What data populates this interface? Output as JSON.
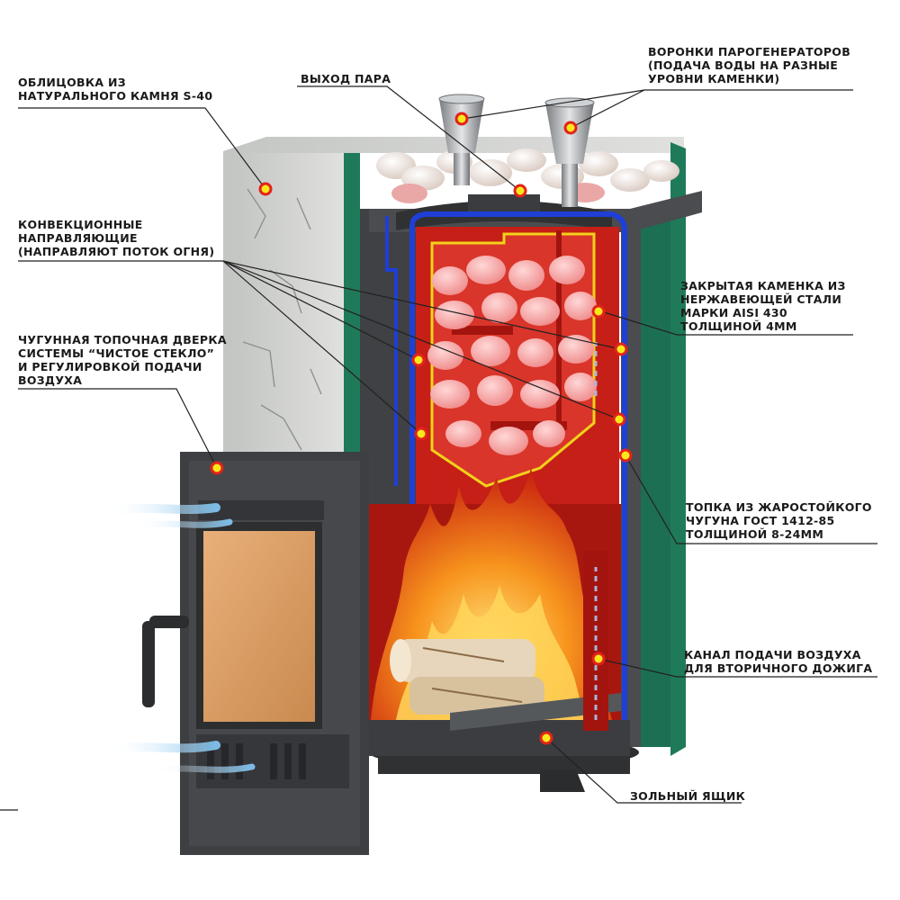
{
  "callouts": {
    "cladding": {
      "lines": [
        "ОБЛИЦОВКА ИЗ",
        "НАТУРАЛЬНОГО КАМНЯ S-40"
      ]
    },
    "steam_outlet": {
      "lines": [
        "ВЫХОД ПАРА"
      ]
    },
    "steam_funnels": {
      "lines": [
        "ВОРОНКИ ПАРОГЕНЕРАТОРОВ",
        "(ПОДАЧА ВОДЫ НА РАЗНЫЕ",
        "УРОВНИ КАМЕНКИ)"
      ]
    },
    "convection_guides": {
      "lines": [
        "КОНВЕКЦИОННЫЕ",
        "НАПРАВЛЯЮЩИЕ",
        "(НАПРАВЛЯЮТ ПОТОК ОГНЯ)"
      ]
    },
    "closed_heater": {
      "lines": [
        "ЗАКРЫТАЯ КАМЕНКА ИЗ",
        "НЕРЖАВЕЮЩЕЙ СТАЛИ",
        "МАРКИ AISI 430",
        "ТОЛЩИНОЙ 4ММ"
      ]
    },
    "door": {
      "lines": [
        "ЧУГУННАЯ ТОПОЧНАЯ ДВЕРКА",
        "СИСТЕМЫ “ЧИСТОЕ СТЕКЛО”",
        "И РЕГУЛИРОВКОЙ ПОДАЧИ",
        "ВОЗДУХА"
      ]
    },
    "firebox": {
      "lines": [
        "ТОПКА ИЗ ЖАРОСТОЙКОГО",
        "ЧУГУНА ГОСТ 1412-85",
        "ТОЛЩИНОЙ 8-24ММ"
      ]
    },
    "air_channel": {
      "lines": [
        "КАНАЛ ПОДАЧИ ВОЗДУХА",
        "ДЛЯ ВТОРИЧНОГО ДОЖИГА"
      ]
    },
    "ash_box": {
      "lines": [
        "ЗОЛЬНЫЙ ЯЩИК"
      ]
    }
  },
  "colors": {
    "marker_fill": "#f7e81c",
    "marker_ring": "#e2231a",
    "leader": "#222222",
    "stone_cladding": "#c9cbc9",
    "green_panel": "#1f7a5a",
    "cast_iron": "#3b3d40",
    "heater_red": "#d3241b",
    "insulation_blue": "#1f3fd6",
    "glass": "#d89a5e",
    "air_flow": "#8cc8ee",
    "fire": "#f7941d"
  },
  "icons": [
    "marker-dot-icon",
    "air-flow-arrow-icon",
    "door-handle-icon"
  ]
}
